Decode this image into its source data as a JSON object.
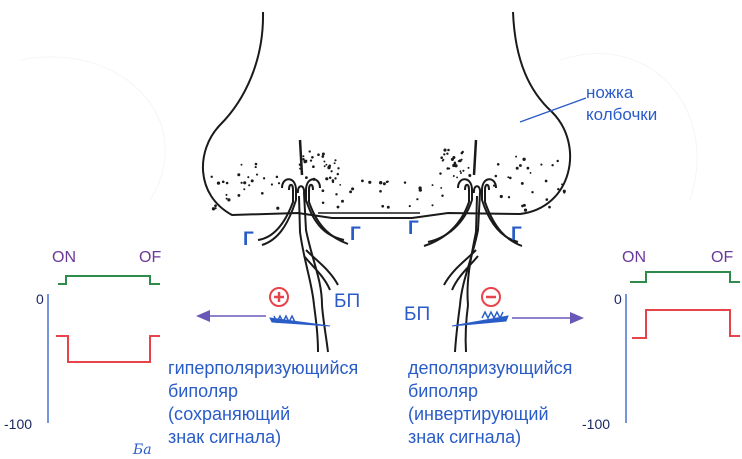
{
  "labels": {
    "cone_pedicle": [
      "ножка",
      "колбочки"
    ],
    "horizontal_cell": "Г",
    "bipolar": "БП",
    "on": "ON",
    "off_left": "OF",
    "off_right": "OF",
    "zero": "0",
    "minus100": "-100",
    "hyperpolarizing": [
      "гиперполяризующийся",
      "биполяр",
      "(сохраняющий",
      "знак сигнала)"
    ],
    "depolarizing": [
      "деполяризующийся",
      "биполяр",
      "(инвертирующий",
      "знак сигнала)"
    ],
    "handwritten": "Ба"
  },
  "colors": {
    "cell_outline": "#1a1a1a",
    "label_blue": "#2a5cc8",
    "on_off_purple": "#6a3a9a",
    "light_trace": "#2e8b4a",
    "response_trace": "#e8434a",
    "axis_blue": "#3a6ad0",
    "arrow_purple": "#6a58b8"
  },
  "icons": {
    "plus_sign": "plus-circle-icon",
    "minus_sign": "minus-circle-icon",
    "electrode_left": "electrode-icon",
    "electrode_right": "electrode-icon"
  }
}
